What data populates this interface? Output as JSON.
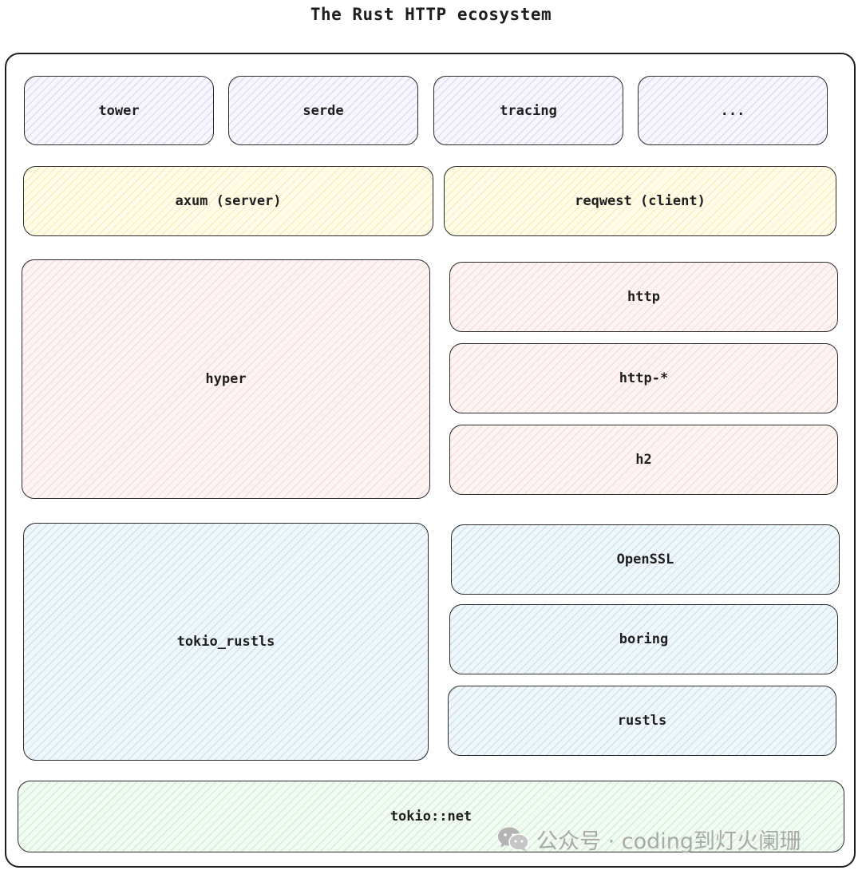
{
  "title": "The Rust HTTP ecosystem",
  "colors": {
    "utility": "#ece8f8",
    "framework": "#fff6c8",
    "http": "#fbe3e1",
    "tls": "#dceef7",
    "net": "#dff5df"
  },
  "layers": {
    "utilities": [
      "tower",
      "serde",
      "tracing",
      "..."
    ],
    "frameworks": [
      "axum (server)",
      "reqwest (client)"
    ],
    "http_core": "hyper",
    "http_crates": [
      "http",
      "http-*",
      "h2"
    ],
    "tls_integration": "tokio_rustls",
    "tls_backends": [
      "OpenSSL",
      "boring",
      "rustls"
    ],
    "networking": "tokio::net"
  },
  "watermark": {
    "icon": "wechat-icon",
    "text": "公众号 · coding到灯火阑珊"
  }
}
